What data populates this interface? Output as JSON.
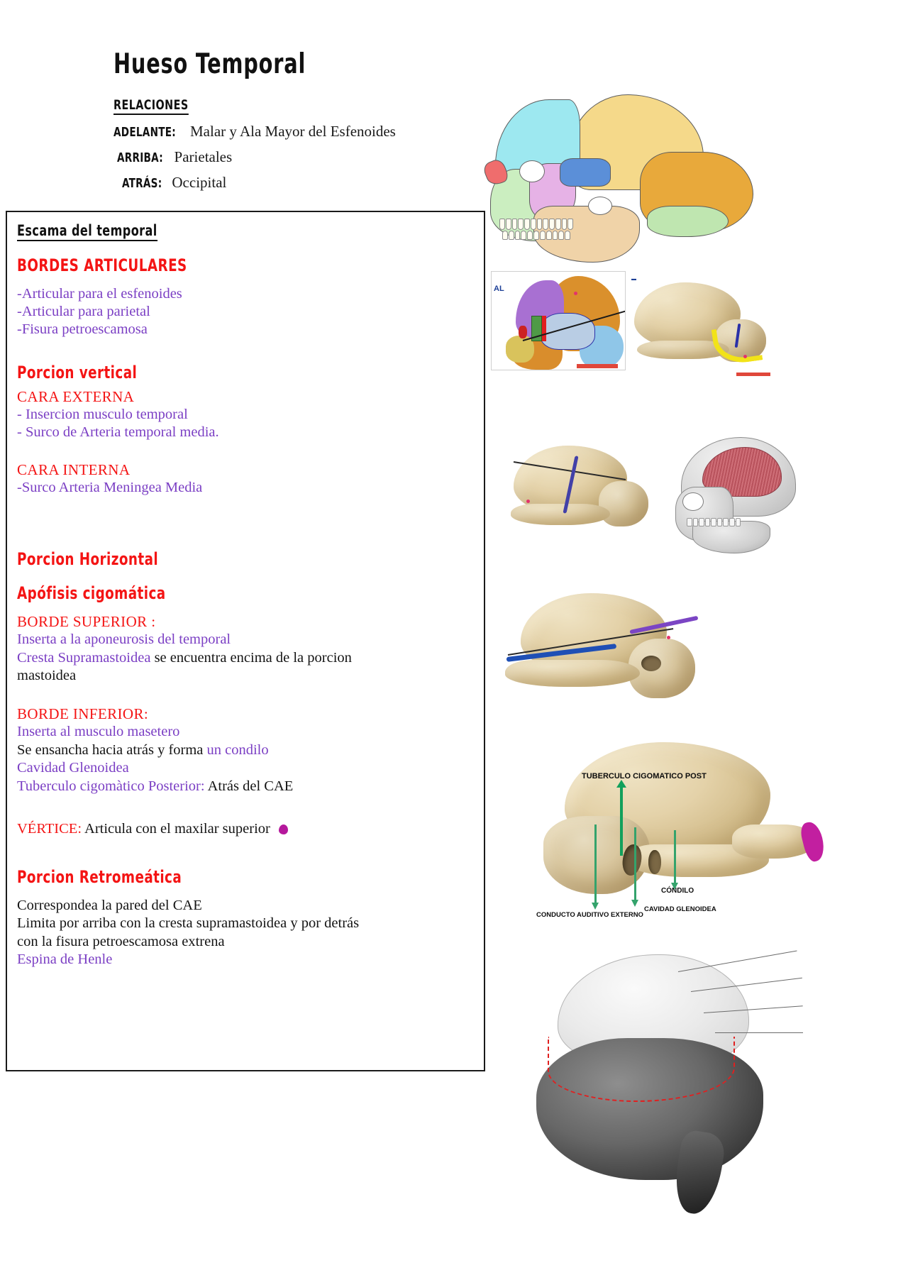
{
  "page": {
    "title": "Hueso Temporal",
    "background": "#ffffff",
    "accent_red": "#f41414",
    "accent_purple": "#7b3fc4",
    "accent_magenta": "#b5189c"
  },
  "header": {
    "title": "Hueso Temporal",
    "relations_label": "RELACIONES",
    "relations": [
      {
        "key": "ADELANTE:",
        "value": "Malar y Ala Mayor del Esfenoides"
      },
      {
        "key": "ARRIBA:",
        "value": "Parietales"
      },
      {
        "key": "ATRÁS:",
        "value": "Occipital"
      }
    ]
  },
  "notebox": {
    "title": "Escama del temporal",
    "sections": {
      "bordes_articulares": {
        "heading": "BORDES ARTICULARES",
        "items": [
          "-Articular para el esfenoides",
          "-Articular para parietal",
          "-Fisura petroescamosa"
        ]
      },
      "porcion_vertical": {
        "heading": "Porcion vertical",
        "cara_externa": {
          "heading": "CARA EXTERNA",
          "items": [
            "- Insercion musculo temporal",
            "-  Surco de Arteria temporal media."
          ]
        },
        "cara_interna": {
          "heading": "CARA INTERNA",
          "items": [
            "-Surco Arteria Meningea Media"
          ]
        }
      },
      "porcion_horizontal": {
        "heading": "Porcion Horizontal",
        "apofisis": "Apófisis cigomática",
        "borde_superior": {
          "heading": "BORDE SUPERIOR :",
          "line1_purple": "Inserta a la aponeurosis del temporal",
          "line2_purple": "Cresta Supramastoidea",
          "line2_black": " se encuentra encima de la porcion",
          "line3_black": "mastoidea"
        },
        "borde_inferior": {
          "heading": "BORDE INFERIOR:",
          "line1_purple": "Inserta al musculo masetero",
          "line2_black": "Se ensancha hacia atrás y forma ",
          "line2_purple": "un condilo",
          "line3_purple": "Cavidad Glenoidea",
          "line4_purple": "Tuberculo cigomàtico Posterior:",
          "line4_black": " Atrás del CAE"
        },
        "vertice": {
          "heading": "VÉRTICE:",
          "text": " Articula con el maxilar superior"
        }
      },
      "porcion_retromeatica": {
        "heading": "Porcion Retromeática",
        "line1": "Correspondea la pared del CAE",
        "line2": "Limita por arriba con la cresta supramastoidea y por detrás",
        "line3": "con la fisura petroescamosa extrena",
        "line4_purple": "Espina de Henle"
      }
    }
  },
  "figures": {
    "colored_skull": {
      "name": "Lateral skull with color-coded bones",
      "bone_colors": {
        "frontal": "#9de8f0",
        "parietal": "#f5d98a",
        "occipital": "#e8a93b",
        "temporal": "#5b8fd8",
        "sphenoid": "#e6b2e6",
        "facial": "#cbeec0",
        "nasal": "#ef6d6d",
        "mandible": "#f0d3a8"
      }
    },
    "ct_colored": {
      "name": "Colored CT lateral skull",
      "label": "AL"
    },
    "temporal_yellow": {
      "name": "Temporal bone with yellow highlight"
    },
    "temporal_purple_line": {
      "name": "Temporal bone with purple line"
    },
    "grey_skull_muscle": {
      "name": "Grey skull with temporalis muscle"
    },
    "temporal_blue_purple": {
      "name": "Temporal bone blue and purple margins"
    },
    "big_labeled": {
      "name": "Large labeled temporal bone",
      "labels": [
        "TUBERCULO CIGOMATICO POST",
        "CÓNDILO",
        "CAVIDAD GLENOIDEA",
        "CONDUCTO AUDITIVO EXTERNO"
      ],
      "arrow_color": "#12a05c",
      "highlight_color": "#c21fa0"
    },
    "bw_bone": {
      "name": "Black and white temporal bone with red outline",
      "outline_color": "#e02020"
    }
  }
}
